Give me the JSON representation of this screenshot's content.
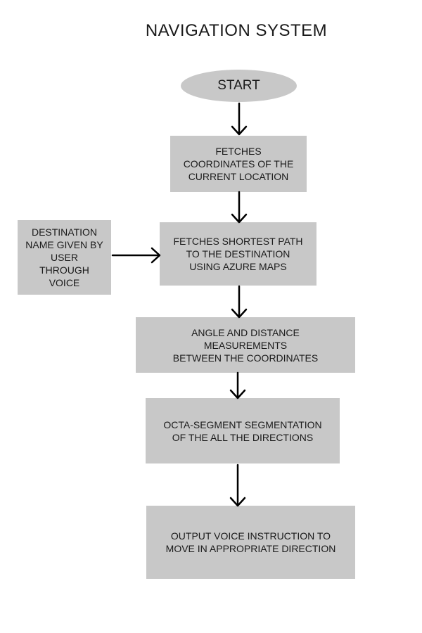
{
  "title": "NAVIGATION SYSTEM",
  "colors": {
    "node_fill": "#c8c8c8",
    "arrow": "#000000",
    "text": "#1a1a1a"
  },
  "nodes": {
    "start": "START",
    "fetch_coordinates": "FETCHES\nCOORDINATES OF THE\nCURRENT LOCATION",
    "destination_name": "DESTINATION\nNAME GIVEN BY\nUSER\nTHROUGH\nVOICE",
    "shortest_path": "FETCHES SHORTEST PATH\nTO THE DESTINATION\nUSING AZURE MAPS",
    "angle_distance": "ANGLE AND DISTANCE\nMEASUREMENTS\nBETWEEN THE COORDINATES",
    "octa_segment": "OCTA-SEGMENT SEGMENTATION\nOF THE ALL THE DIRECTIONS",
    "output_voice": "OUTPUT VOICE INSTRUCTION TO\nMOVE IN APPROPRIATE DIRECTION"
  }
}
